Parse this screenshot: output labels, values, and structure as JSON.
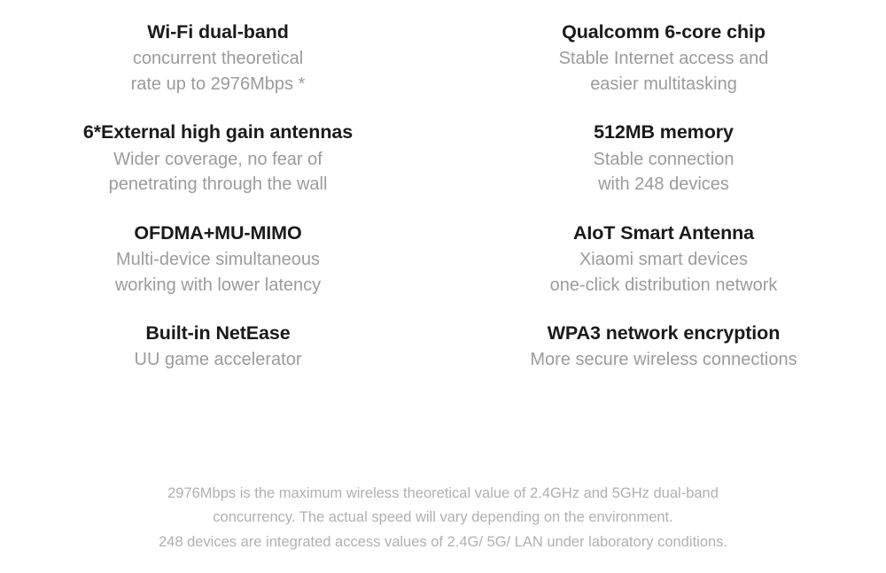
{
  "page": {
    "background_color": "#ffffff",
    "title_color": "#1a1a1a",
    "description_color": "#9b9b9b",
    "footnote_color": "#b0b0b0"
  },
  "features": [
    {
      "title": "Wi-Fi dual-band",
      "desc_line_1": "concurrent theoretical",
      "desc_line_2": "rate up to 2976Mbps *"
    },
    {
      "title": "Qualcomm 6-core chip",
      "desc_line_1": "Stable Internet access and",
      "desc_line_2": "easier multitasking"
    },
    {
      "title": "6*External high gain antennas",
      "desc_line_1": "Wider coverage, no fear of",
      "desc_line_2": "penetrating through the wall"
    },
    {
      "title": "512MB memory",
      "desc_line_1": "Stable connection",
      "desc_line_2": "with 248 devices"
    },
    {
      "title": "OFDMA+MU-MIMO",
      "desc_line_1": "Multi-device simultaneous",
      "desc_line_2": "working with lower latency"
    },
    {
      "title": "AIoT Smart Antenna",
      "desc_line_1": "Xiaomi smart devices",
      "desc_line_2": "one-click distribution network"
    },
    {
      "title": "Built-in NetEase",
      "desc_line_1": "UU game accelerator",
      "desc_line_2": ""
    },
    {
      "title": "WPA3 network encryption",
      "desc_line_1": "More secure wireless connections",
      "desc_line_2": ""
    }
  ],
  "footnote": {
    "line_1": "2976Mbps is the maximum wireless theoretical value of 2.4GHz and 5GHz dual-band",
    "line_2": "concurrency. The actual speed will vary depending on the environment.",
    "line_3": "248 devices are integrated access values of 2.4G/ 5G/ LAN under laboratory conditions."
  }
}
